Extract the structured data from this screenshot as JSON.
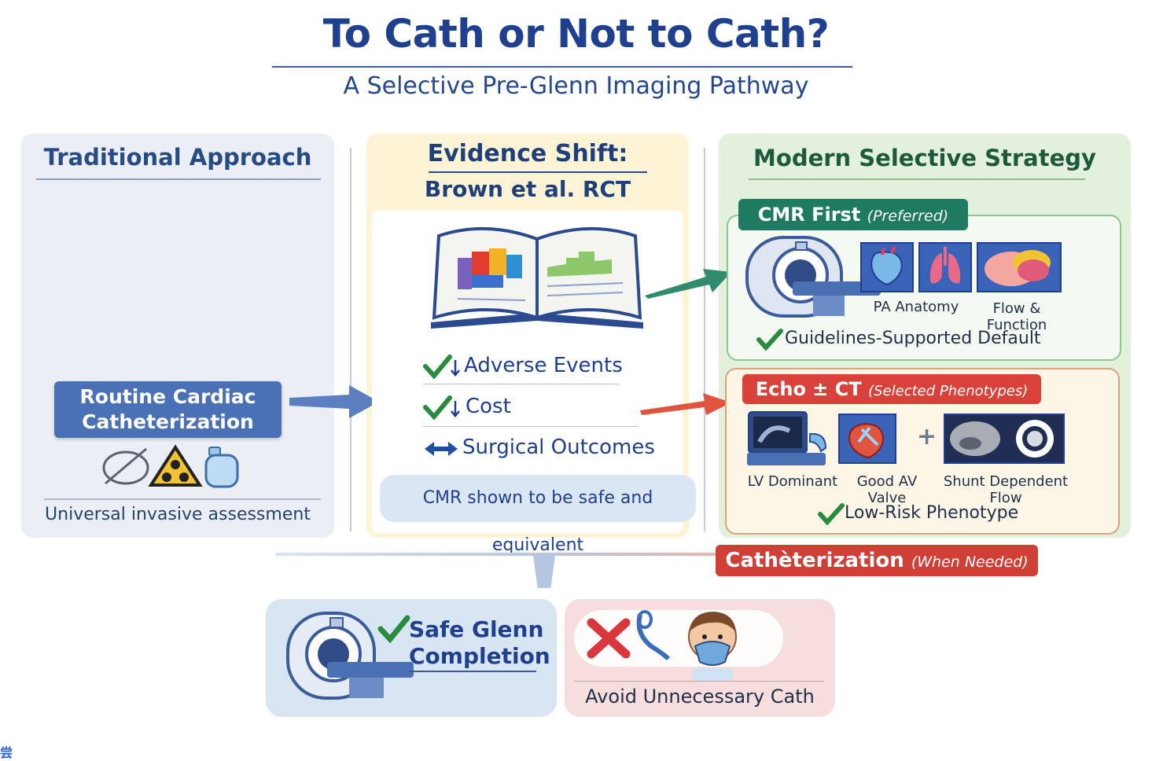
{
  "title": "To Cath or Not to Cath?",
  "subtitle": "A Selective Pre-Glenn Imaging Pathway",
  "traditional": {
    "heading": "Traditional Approach",
    "box_line1": "Routine Cardiac",
    "box_line2": "Catheterization",
    "footer": "Universal invasive assessment"
  },
  "evidence": {
    "heading1": "Evidence Shift:",
    "heading2": "Brown et al. RCT",
    "items": [
      "Adverse Events",
      "Cost",
      "Surgical Outcomes"
    ],
    "note": "CMR shown to be safe and equivalent"
  },
  "modern": {
    "heading": "Modern Selective Strategy",
    "cmr_tag": "CMR First",
    "cmr_tag_small": "(Preferred)",
    "cmr_labels": [
      "PA Anatomy",
      "Flow & Function"
    ],
    "cmr_check": "Guidelines-Supported Default",
    "echo_tag": "Echo ± CT",
    "echo_tag_small": "(Selected Phenotypes)",
    "echo_labels": [
      "LV Dominant",
      "Good AV Valve",
      "Shunt Dependent Flow"
    ],
    "plus": "+",
    "echo_check": "Low-Risk Phenotype"
  },
  "cath": {
    "tag": "Cathèterization",
    "tag_small": "(When Needed)"
  },
  "outcomes": {
    "safe_line1": "Safe Glenn",
    "safe_line2": "Completion",
    "avoid": "Avoid Unnecessary Cath"
  },
  "corner_mark": "尝",
  "colors": {
    "navy": "#1f3f8f",
    "teal": "#1f7a62",
    "red": "#d9423a",
    "check_green": "#1f8a3a"
  }
}
